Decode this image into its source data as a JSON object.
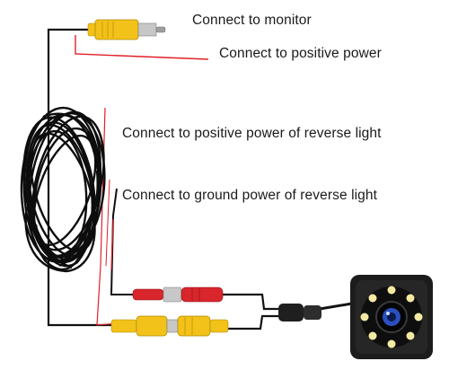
{
  "labels": {
    "monitor": "Connect to monitor",
    "positive_power": "Connect to  positive power",
    "reverse_positive": "Connect to positive power of reverse light",
    "reverse_ground": "Connect to ground power of reverse light"
  },
  "colors": {
    "wire_black": "#111111",
    "wire_red": "#e0202a",
    "connector_yellow": "#f2c21a",
    "connector_red": "#d8262c",
    "camera_body": "#1c1c1c",
    "led_ring": "#f4e9a2",
    "lens_blue": "#2a4fbf"
  },
  "icons": {
    "rca_plug": "rca-plug-icon",
    "camera": "camera-icon"
  }
}
